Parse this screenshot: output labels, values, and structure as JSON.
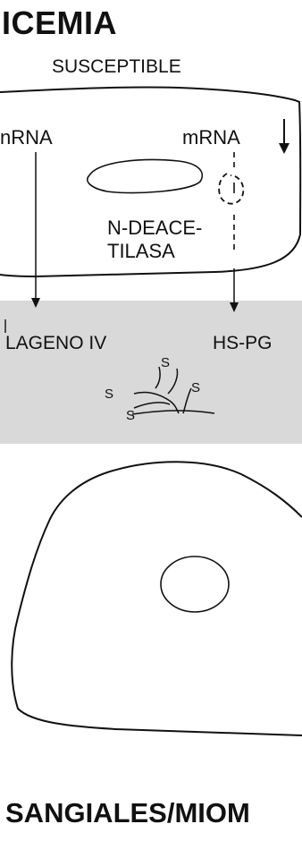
{
  "title": "ICEMIA",
  "subtitle": "SUSCEPTIBLE",
  "cell_top": {
    "mrna_left": "nRNA",
    "mrna_right": "mRNA",
    "enzyme_line1": "N-DEACE-",
    "enzyme_line2": "TILASA"
  },
  "matrix": {
    "collagen_label": "LAGENO IV",
    "hspg_label": "HS-PG",
    "sulfate_mark": "S"
  },
  "footer": "SANGIALES/MIOM"
}
